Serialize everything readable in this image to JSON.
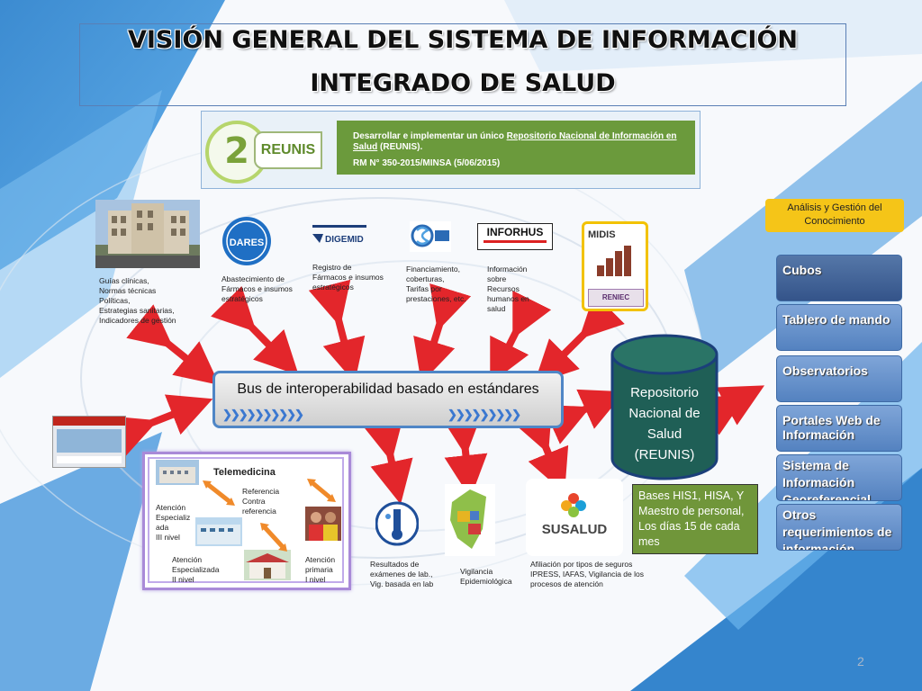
{
  "title": {
    "line1": "VISIÓN GENERAL DEL SISTEMA DE INFORMACIÓN",
    "line2": "INTEGRADO DE SALUD"
  },
  "banner": {
    "number": "2",
    "badge": "REUNIS",
    "text_prefix": "Desarrollar e implementar un único ",
    "text_link": "Repositorio Nacional de Información en Salud",
    "text_suffix": " (REUNIS).",
    "rm": "RM N° 350-2015/MINSA (5/06/2015)"
  },
  "sources": {
    "guias": [
      "Guías clínicas,",
      "Normas técnicas",
      "Políticas,",
      "Estrategias sanitarias,",
      "Indicadores de gestión"
    ],
    "dares_logo": "DARES",
    "dares": [
      "Abastecimiento de",
      "Fármacos e insumos",
      "estratégicos"
    ],
    "digemid_logo": "DIGEMID",
    "digemid": [
      "Registro de",
      "Fármacos e insumos",
      "estratégicos"
    ],
    "sis": [
      "Financiamiento,",
      "coberturas,",
      "Tarifas por",
      "prestaciones, etc."
    ],
    "inforhus_logo": "INFORHUS",
    "inforhus": [
      "Información",
      "sobre",
      "Recursos",
      "humanos en",
      "salud"
    ],
    "midis_logo": "MIDIS",
    "reniec_logo": "RENIEC"
  },
  "bus": {
    "text": "Bus de interoperabilidad basado en estándares"
  },
  "repository": {
    "line1": "Repositorio",
    "line2": "Nacional de",
    "line3": "Salud",
    "line4": "(REUNIS)"
  },
  "bases": {
    "text": "Bases HIS1, HISA, Y Maestro de personal, Los días 15 de cada mes"
  },
  "analysis": {
    "header": "Análisis y Gestión del Conocimiento",
    "items": [
      "Cubos",
      "Tablero de mando",
      "Observatorios",
      "Portales Web de Información",
      "Sistema de Información Georeferencial",
      "Otros requerimientos de información"
    ]
  },
  "telemedicina": {
    "title": "Telemedicina",
    "ref": [
      "Referencia",
      "Contra",
      "referencia"
    ],
    "iii": [
      "Atención",
      "Especializ",
      "ada",
      "III nivel"
    ],
    "ii": [
      "Atención",
      "Especializada",
      "II nivel"
    ],
    "i": [
      "Atención",
      "primaria",
      "I nivel"
    ]
  },
  "bottom": {
    "lab": [
      "Resultados de",
      "exámenes de lab.,",
      "Vig. basada en lab"
    ],
    "vig": [
      "Vigilancia",
      "Epidemiológica"
    ],
    "susalud_logo": "SUSALUD",
    "susalud": [
      "Afiliación por tipos de seguros",
      "IPRESS, IAFAS,  Vigilancia de los",
      "procesos de atención"
    ]
  },
  "page_number": "2",
  "colors": {
    "arrow": "#e3262b",
    "bus_border": "#4f86c6",
    "repository": "#1f5f56",
    "bases": "#70963a",
    "analysis_header": "#f5c518",
    "buttons": "#5b86c2"
  }
}
